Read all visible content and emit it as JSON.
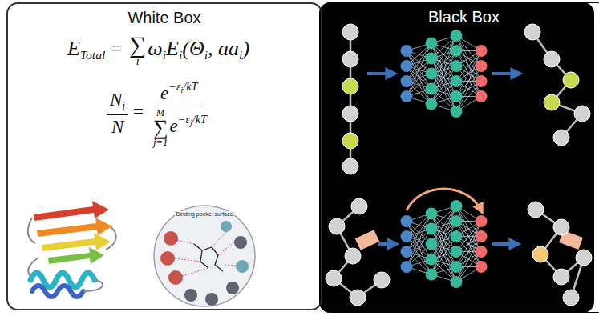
{
  "diagram": {
    "nodes": [
      {
        "text": [
          "White Box"
        ]
      },
      {
        "text": [
          "Black Box"
        ]
      }
    ],
    "labels": [
      "E",
      "Total",
      "=",
      "∑",
      "i",
      "ω",
      "i",
      "E",
      "i",
      "(Θ",
      "i",
      ", aa",
      "i",
      ")",
      "N",
      "i",
      "N",
      "=",
      "e",
      "−ε",
      "i",
      "/kT",
      "∑",
      "j=1",
      "M",
      "e",
      "−ε",
      "j",
      "/kT",
      "Binding pocket surface"
    ]
  }
}
